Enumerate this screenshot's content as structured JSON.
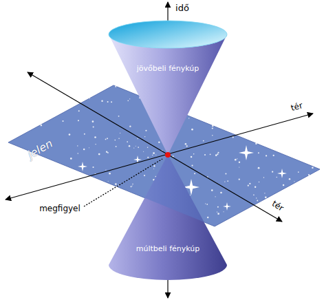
{
  "diagram": {
    "nodes": [
      {
        "text": [
          "jövőbeli fénykúp"
        ]
      },
      {
        "text": [
          "múltbeli fénykúp"
        ]
      }
    ],
    "labels": [
      "idő",
      "tér",
      "jelen",
      "tér",
      "megfigyel"
    ]
  }
}
